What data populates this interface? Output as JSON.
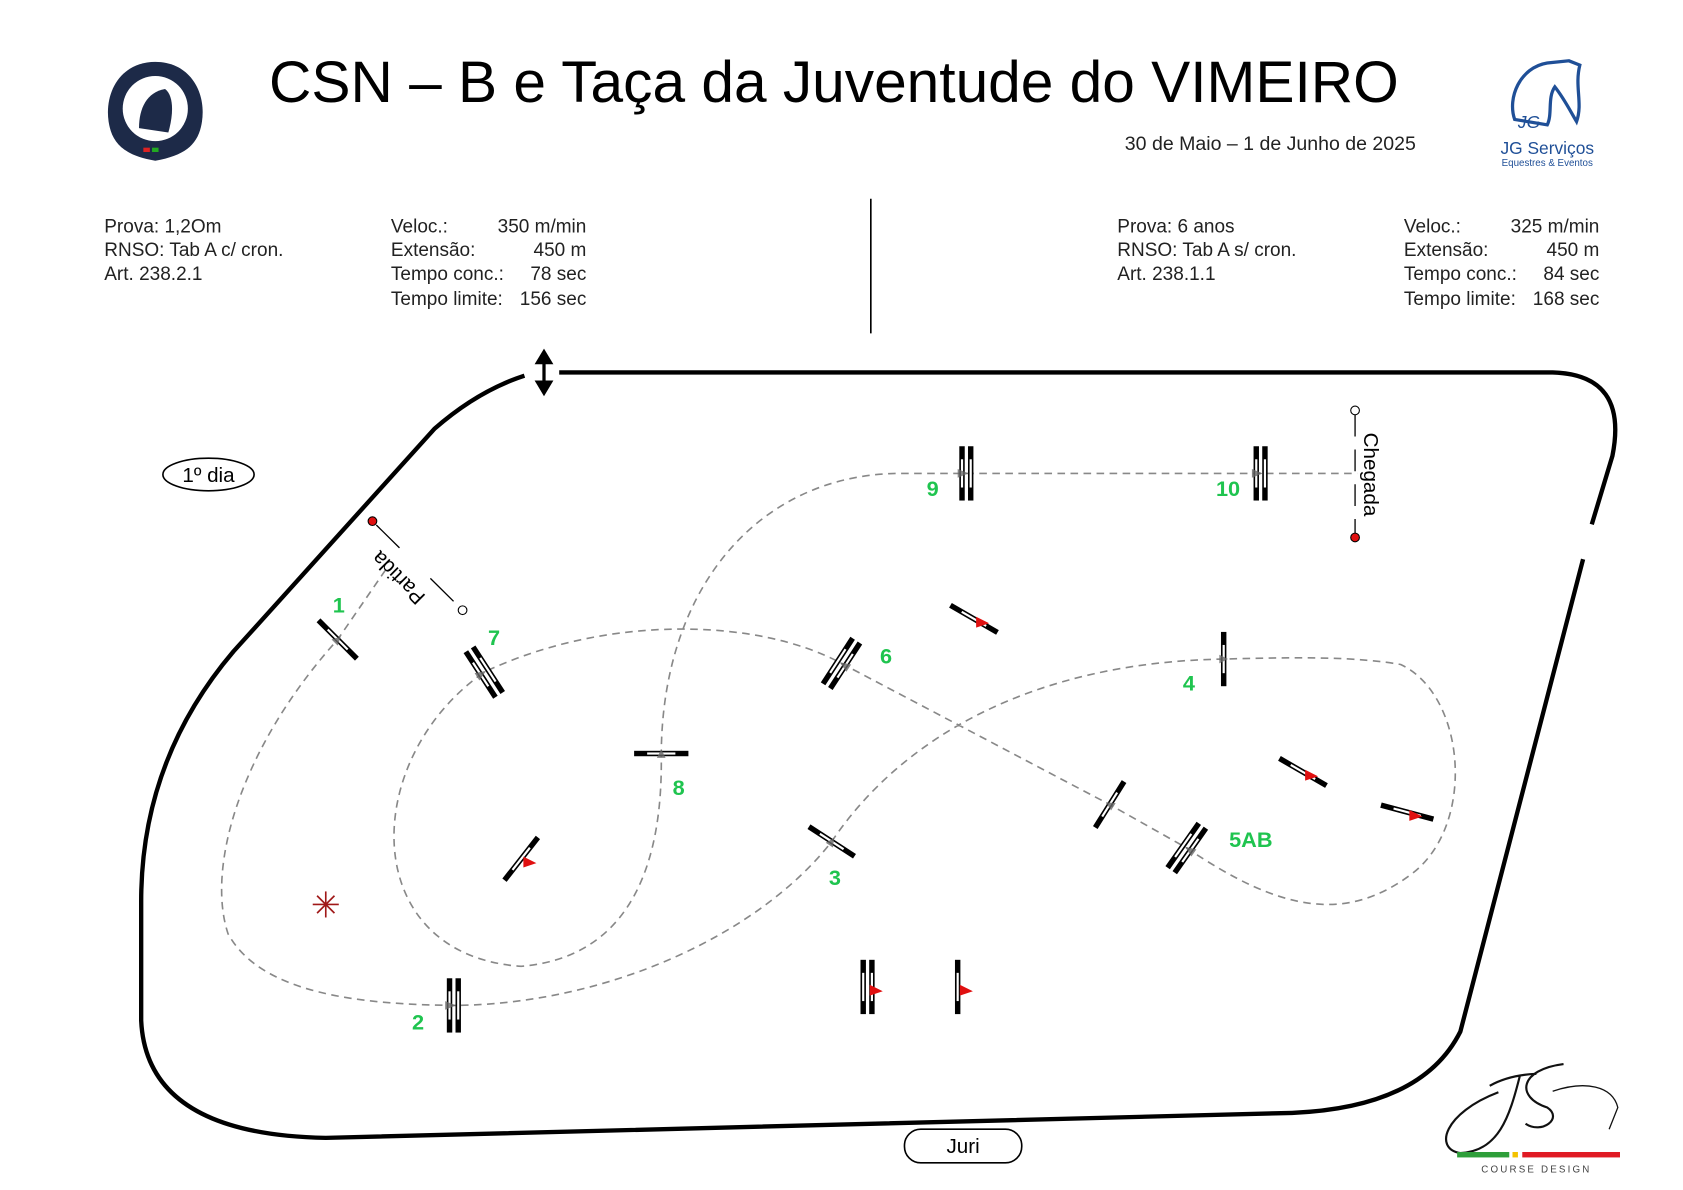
{
  "header": {
    "title": "CSN – B e Taça da Juventude do VIMEIRO",
    "dates": "30 de Maio – 1 de Junho de 2025"
  },
  "logos": {
    "left": "Federação Equestre Portuguesa",
    "right_name": "JG Serviços",
    "right_sub": "Equestres & Eventos",
    "bottom_caption": "COURSE DESIGN"
  },
  "left_class": {
    "prova": "Prova: 1,2Om",
    "rnso": "RNSO: Tab A c/ cron.",
    "art": "Art. 238.2.1",
    "veloc_label": "Veloc.:",
    "veloc": "350 m/min",
    "ext_label": "Extensão:",
    "ext": "450 m",
    "tconc_label": "Tempo conc.:",
    "tconc": "78 sec",
    "tlim_label": "Tempo limite:",
    "tlim": "156 sec"
  },
  "right_class": {
    "prova": "Prova: 6 anos",
    "rnso": "RNSO: Tab A s/ cron.",
    "art": "Art. 238.1.1",
    "veloc_label": "Veloc.:",
    "veloc": "325 m/min",
    "ext_label": "Extensão:",
    "ext": "450 m",
    "tconc_label": "Tempo conc.:",
    "tconc": "84 sec",
    "tlim_label": "Tempo limite:",
    "tlim": "168 sec"
  },
  "course": {
    "day_label": "1º dia",
    "start_label": "Partida",
    "finish_label": "Chegada",
    "jury_label": "Juri",
    "numbers": [
      "1",
      "2",
      "3",
      "4",
      "5AB",
      "6",
      "7",
      "8",
      "9",
      "10"
    ]
  },
  "colors": {
    "number": "#1fc44f",
    "flag": "#e01010",
    "start_dot": "#e01010"
  }
}
